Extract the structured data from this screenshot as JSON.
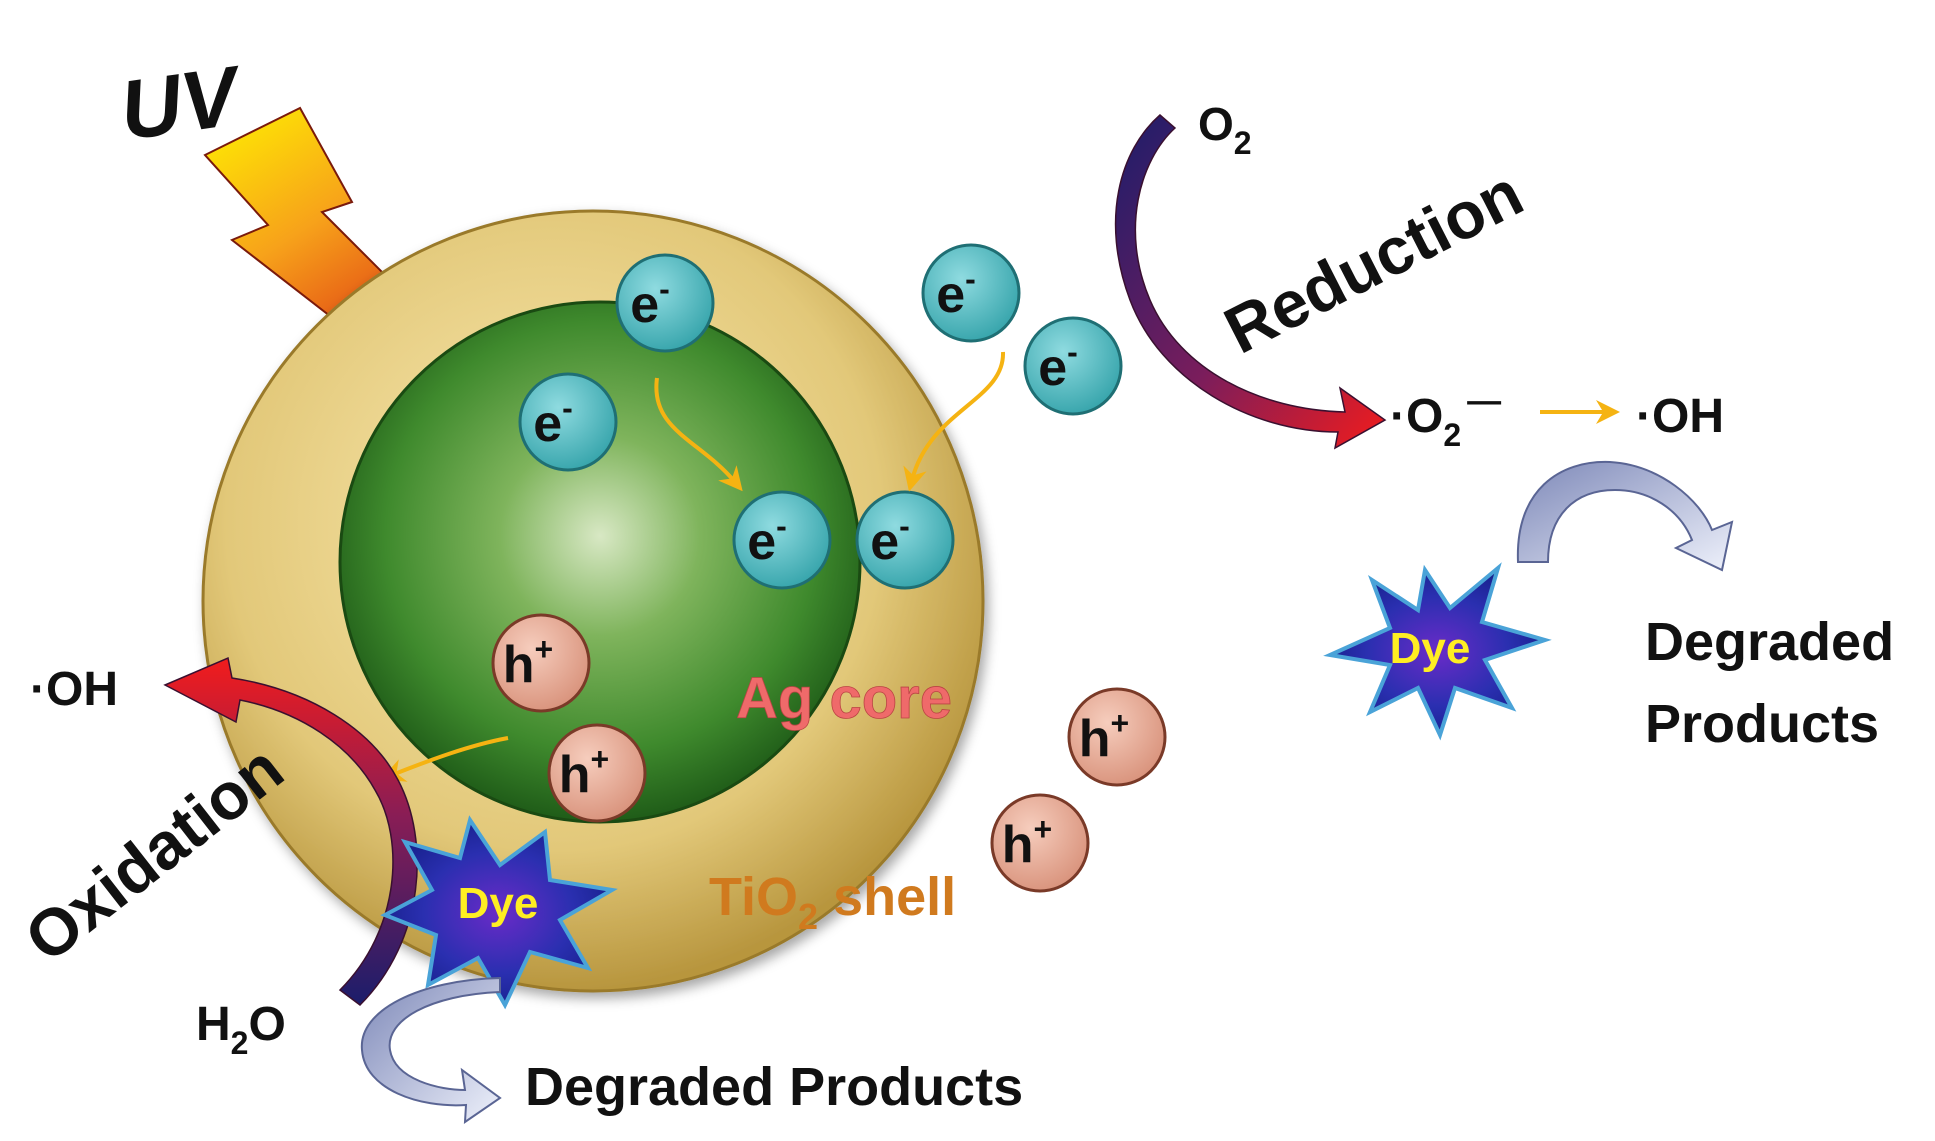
{
  "labels": {
    "uv": "UV",
    "o2": "O",
    "o2_sub": "2",
    "reduction": "Reduction",
    "superoxide": "·O",
    "superoxide_sub": "2",
    "superoxide_sup": "—",
    "oh_right": "·OH",
    "oh_left": "·OH",
    "oxidation": "Oxidation",
    "h2o_h": "H",
    "h2o_sub": "2",
    "h2o_o": "O",
    "ag_core": "Ag core",
    "tio2_a": "TiO",
    "tio2_sub": "2",
    "tio2_b": " shell",
    "dye_right": "Dye",
    "dye_left": "Dye",
    "degraded_right_1": "Degraded",
    "degraded_right_2": "Products",
    "degraded_bottom": "Degraded Products"
  },
  "particles": {
    "electron_base": "e",
    "electron_charge": "-",
    "hole_base": "h",
    "hole_charge": "+"
  },
  "colors": {
    "shell": "#d9c173",
    "core": "#3d8a2c",
    "electron": "#45b4ba",
    "hole": "#e4a590",
    "yellow_arrow": "#f5b312",
    "dye_star": "#1a2a9c",
    "dye_text": "#ffee22",
    "ag_text": "#ef6a6a",
    "tio2_text": "#d07a1e"
  }
}
